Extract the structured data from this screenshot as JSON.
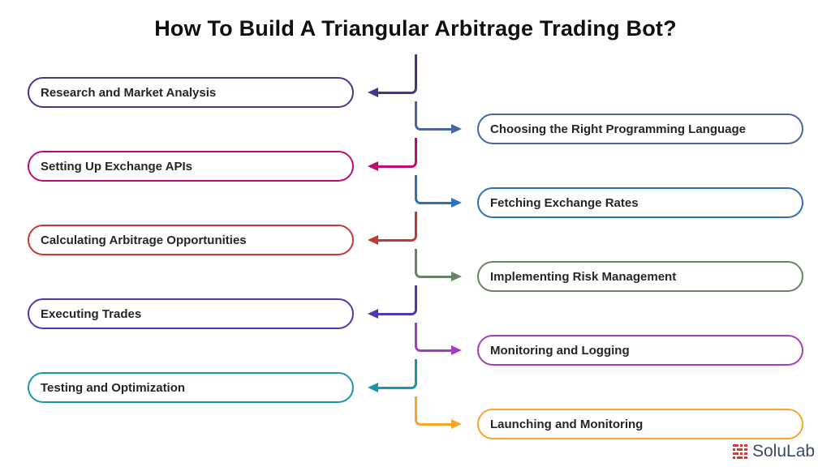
{
  "title": "How To Build A Triangular Arbitrage Trading Bot?",
  "steps": [
    {
      "label": "Research and Market Analysis",
      "side": "left",
      "color": "#3d3a8c"
    },
    {
      "label": "Choosing the Right Programming Language",
      "side": "right",
      "color": "#4a66a1"
    },
    {
      "label": "Setting Up Exchange APIs",
      "side": "left",
      "color": "#c00b72"
    },
    {
      "label": "Fetching Exchange Rates",
      "side": "right",
      "color": "#2f70ba"
    },
    {
      "label": "Calculating Arbitrage Opportunities",
      "side": "left",
      "color": "#c33a32"
    },
    {
      "label": "Implementing Risk Management",
      "side": "right",
      "color": "#6b8168"
    },
    {
      "label": "Executing Trades",
      "side": "left",
      "color": "#4a3ab0"
    },
    {
      "label": "Monitoring and Logging",
      "side": "right",
      "color": "#a33fbd"
    },
    {
      "label": "Testing and Optimization",
      "side": "left",
      "color": "#1b96ab"
    },
    {
      "label": "Launching and Monitoring",
      "side": "right",
      "color": "#f9a42b"
    }
  ],
  "logo": {
    "text": "SoluLab",
    "icon": "solulab-pixel-grid-icon",
    "icon_color": "#d43a3a",
    "text_color": "#3c4a5e"
  },
  "colors": {
    "background": "#ffffff",
    "title_text": "#101010",
    "box_text": "#262626"
  }
}
